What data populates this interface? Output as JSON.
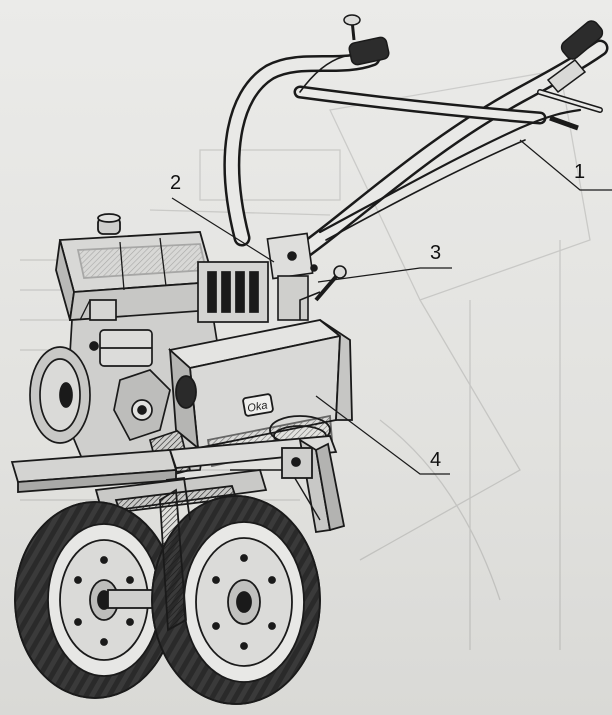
{
  "figure": {
    "labels": [
      {
        "id": "1",
        "text": "1"
      },
      {
        "id": "2",
        "text": "2"
      },
      {
        "id": "3",
        "text": "3"
      },
      {
        "id": "4",
        "text": "4"
      }
    ],
    "logo_text": "Oka"
  },
  "colors": {
    "ink": "#1a1a1a",
    "paper": "#e6e6e4",
    "shade": "#9a9a98"
  }
}
